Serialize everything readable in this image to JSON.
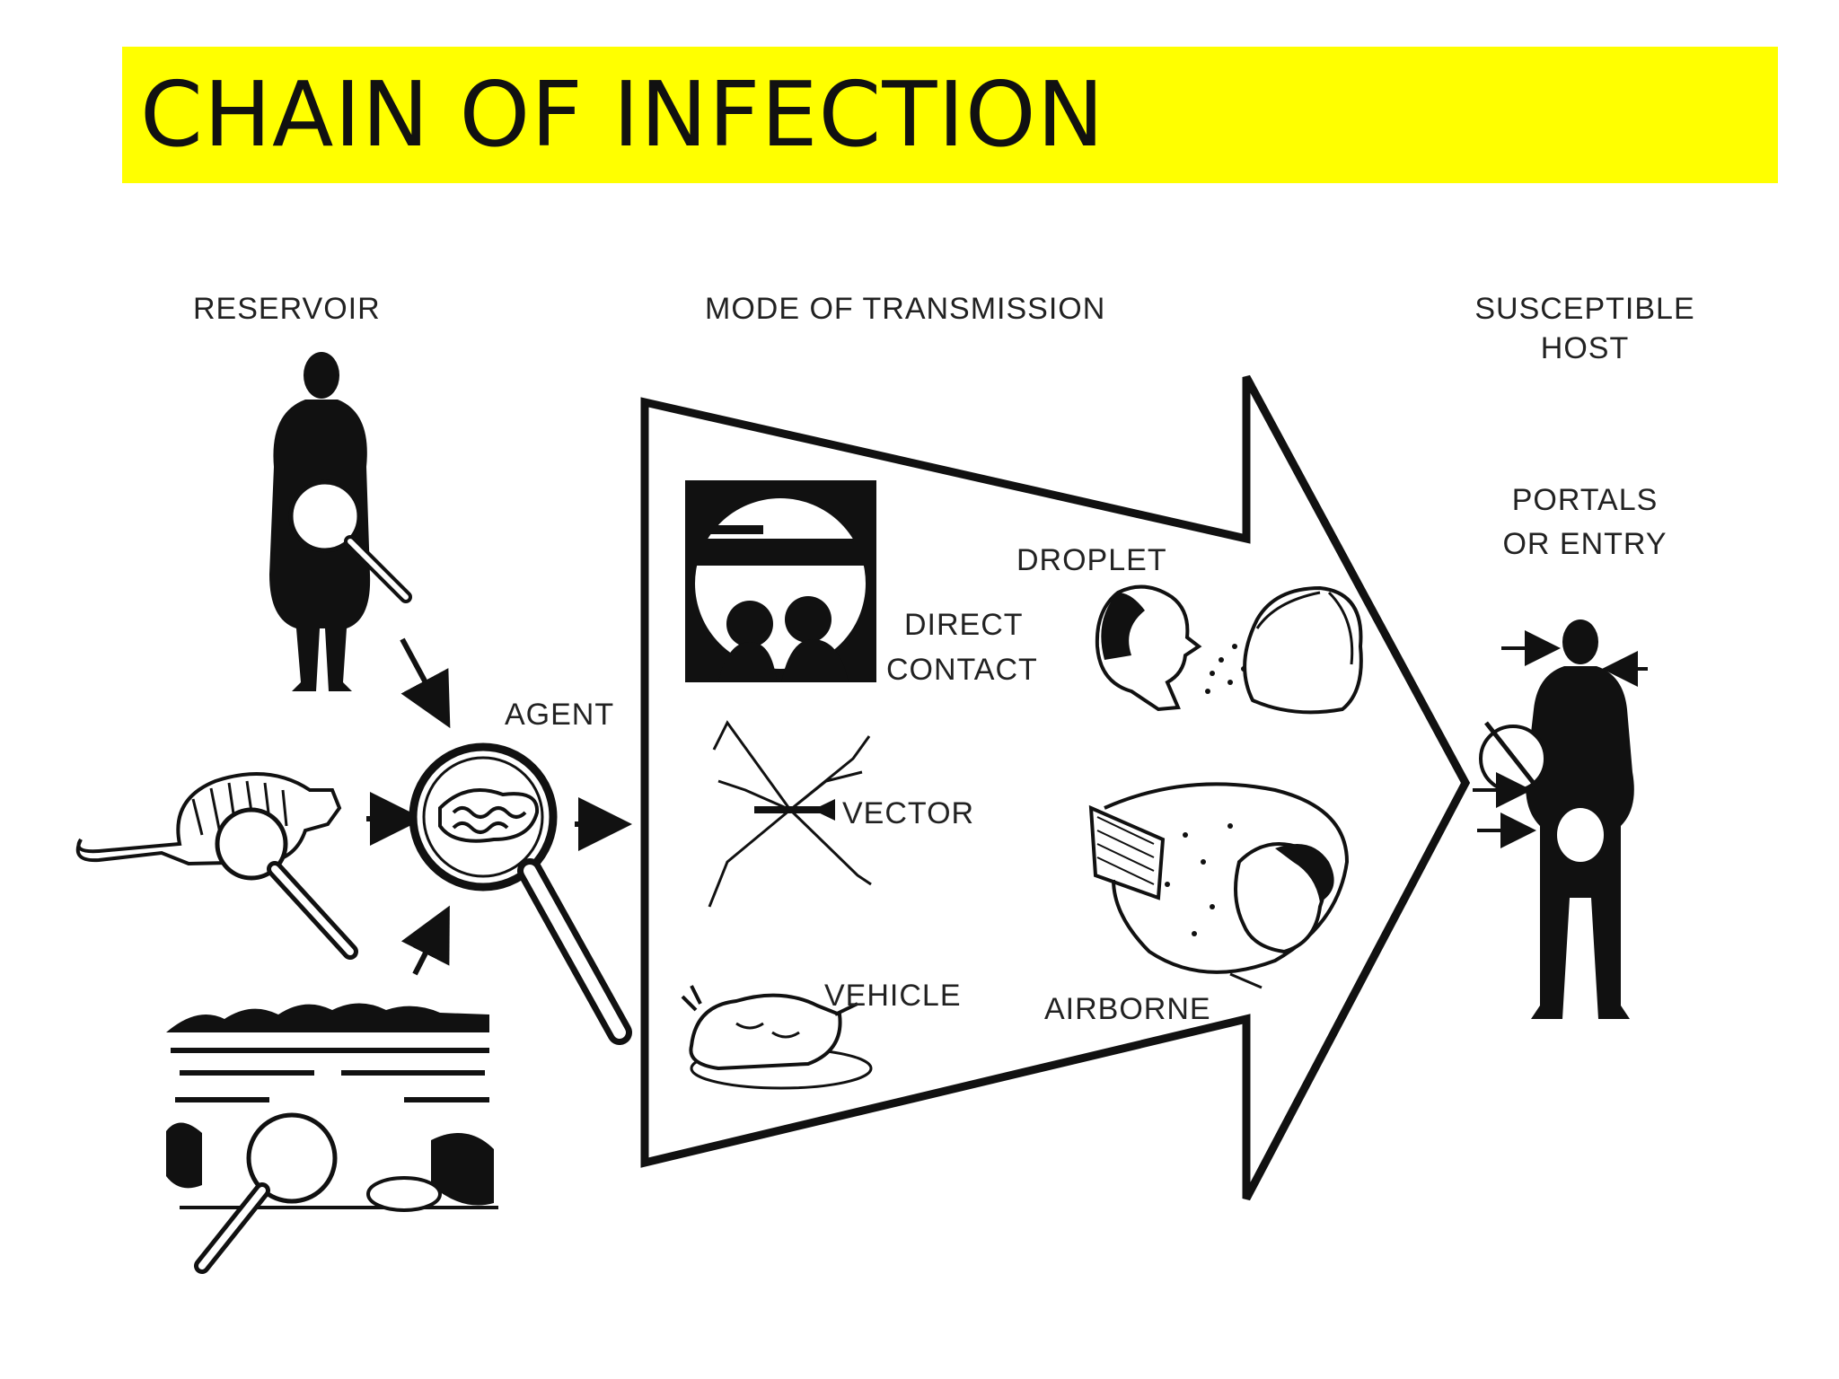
{
  "title": "CHAIN OF INFECTION",
  "labels": {
    "reservoir": "RESERVOIR",
    "mode_of_transmission": "MODE OF TRANSMISSION",
    "susceptible_host_line1": "SUSCEPTIBLE",
    "susceptible_host_line2": "HOST",
    "portals_line1": "PORTALS",
    "portals_line2": "OR ENTRY",
    "agent": "AGENT",
    "droplet": "DROPLET",
    "direct_contact_line1": "DIRECT",
    "direct_contact_line2": "CONTACT",
    "vector": "VECTOR",
    "vehicle": "VEHICLE",
    "airborne": "AIRBORNE"
  },
  "colors": {
    "title_background": "#ffff00",
    "ink": "#111111"
  }
}
